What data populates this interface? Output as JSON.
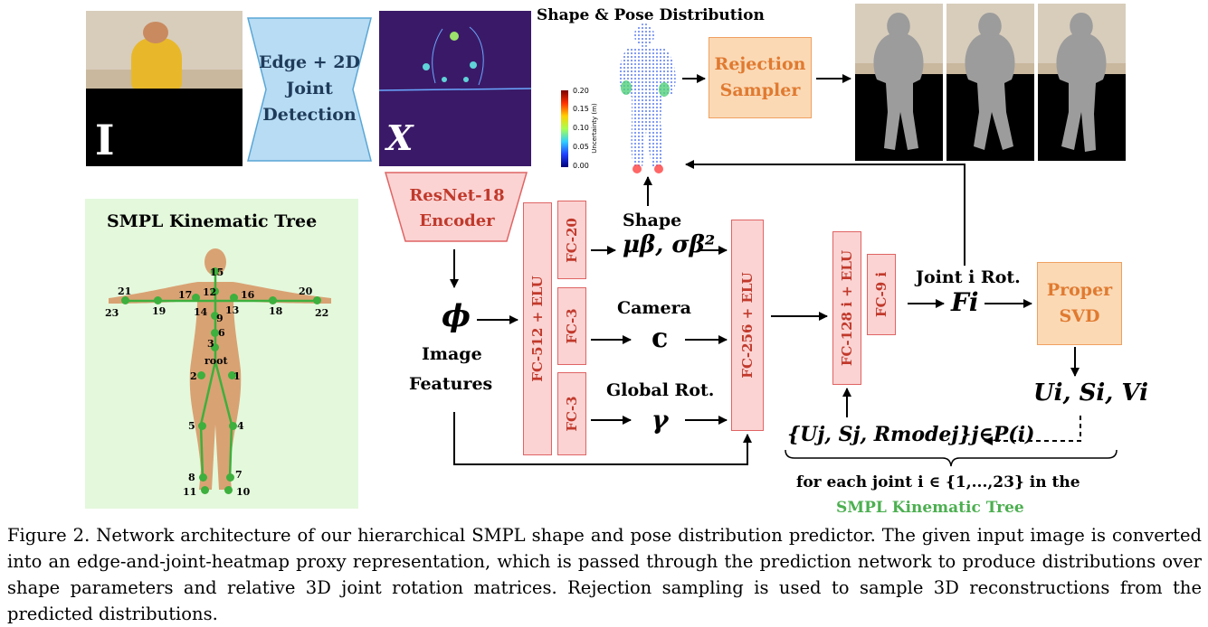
{
  "input_image": {
    "label": "I"
  },
  "detection": {
    "label": "Edge + 2D Joint Detection"
  },
  "proxy": {
    "label": "X"
  },
  "distribution": {
    "title": "Shape & Pose Distribution",
    "colorbar_ticks": [
      "0.20",
      "0.15",
      "0.10",
      "0.05",
      "0.00"
    ],
    "colorbar_label": "Uncertainty (m)"
  },
  "rejection_sampler": {
    "label": "Rejection Sampler"
  },
  "encoder": {
    "label": "ResNet-18 Encoder"
  },
  "features": {
    "symbol": "ϕ",
    "label_line1": "Image",
    "label_line2": "Features"
  },
  "layers": {
    "fc512": "FC-512 + ELU",
    "fc20": "FC-20",
    "fc3_cam": "FC-3",
    "fc3_glob": "FC-3",
    "fc256": "FC-256 + ELU",
    "fc128": "FC-128 i + ELU",
    "fc9": "FC-9 i"
  },
  "outputs": {
    "shape_label": "Shape",
    "shape_symbol": "μβ, σβ²",
    "camera_label": "Camera",
    "camera_symbol": "c",
    "global_label": "Global Rot.",
    "global_symbol": "γ",
    "joint_label": "Joint i Rot.",
    "joint_symbol": "Fi",
    "usv_symbol": "Ui, Si, Vi",
    "parent_symbol": "{Uj, Sj, Rmodej}j∈P(i)"
  },
  "svd": {
    "label": "Proper SVD"
  },
  "loop_text": {
    "line1": "for each joint i ∈ {1,...,23} in the",
    "line2": "SMPL Kinematic Tree"
  },
  "kinematic_tree": {
    "title": "SMPL Kinematic Tree",
    "joints": [
      "15",
      "12",
      "17",
      "16",
      "21",
      "20",
      "23",
      "19",
      "14",
      "13",
      "18",
      "22",
      "9",
      "6",
      "3",
      "root",
      "2",
      "1",
      "5",
      "4",
      "8",
      "7",
      "11",
      "10"
    ]
  },
  "caption": "Figure 2. Network architecture of our hierarchical SMPL shape and pose distribution predictor. The given input image is converted into an edge-and-joint-heatmap proxy representation, which is passed through the prediction network to produce distributions over shape parameters and relative 3D joint rotation matrices. Rejection sampling is used to sample 3D reconstructions from the predicted distributions.",
  "colors": {
    "rose_fill": "#fbd3d3",
    "rose_border": "#e06464",
    "rose_text": "#c0392b",
    "orange_fill": "#fbd9b5",
    "orange_text": "#e07a30",
    "blue_fill": "#b7dcf3",
    "green_panel": "#e4f8dc",
    "joint_green": "#3db03d",
    "heatmap": "#3a1a68"
  }
}
